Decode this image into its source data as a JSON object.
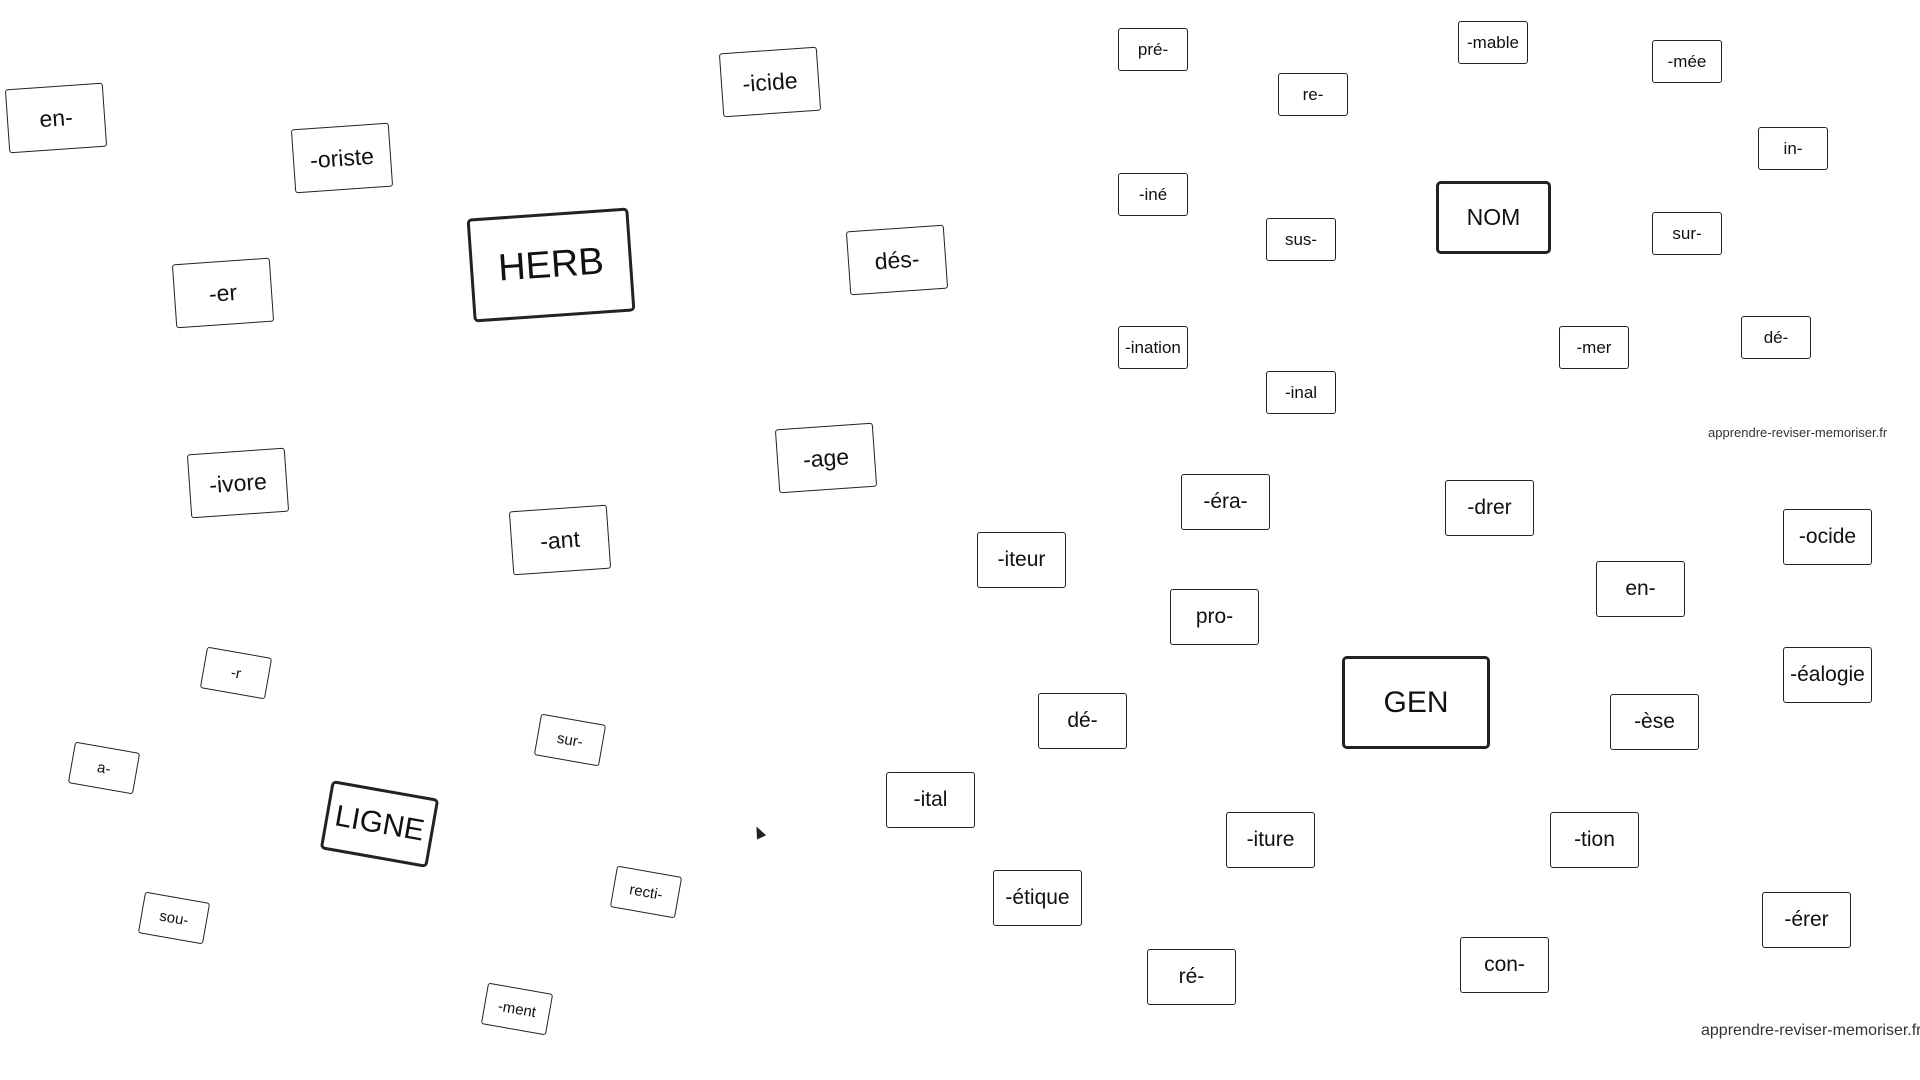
{
  "herb_group": {
    "root": "HERB",
    "cards": [
      "en-",
      "-oriste",
      "-er",
      "-icide",
      "dés-",
      "-ivore",
      "-ant",
      "-age"
    ]
  },
  "ligne_group": {
    "root": "LIGNE",
    "cards": [
      "-r",
      "a-",
      "sur-",
      "sou-",
      "recti-",
      "-ment"
    ]
  },
  "nom_group": {
    "root": "NOM",
    "cards": [
      "pré-",
      "re-",
      "-mable",
      "-mée",
      "in-",
      "-iné",
      "sus-",
      "sur-",
      "-ination",
      "-inal",
      "-mer",
      "dé-"
    ]
  },
  "gen_group": {
    "root": "GEN",
    "cards": [
      "-éra-",
      "-drer",
      "-ocide",
      "-iteur",
      "pro-",
      "en-",
      "-éalogie",
      "dé-",
      "-èse",
      "-ital",
      "-iture",
      "-tion",
      "-étique",
      "-érer",
      "ré-",
      "con-"
    ]
  },
  "credits": {
    "top": "apprendre-reviser-memoriser.fr",
    "bottom": "apprendre-reviser-memoriser.fr"
  }
}
